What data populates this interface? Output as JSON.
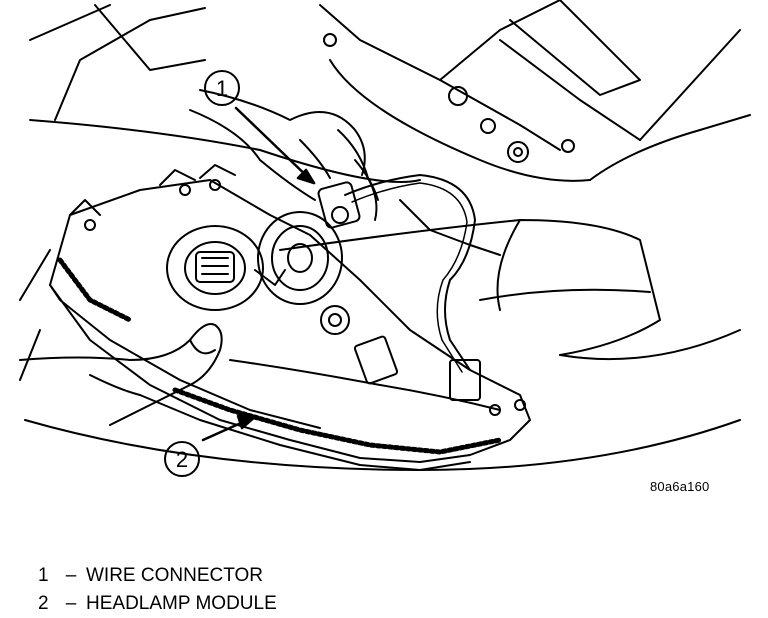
{
  "callouts": [
    {
      "number": "1"
    },
    {
      "number": "2"
    }
  ],
  "figure_code": "80a6a160",
  "legend": [
    {
      "number": "1",
      "separator": "–",
      "label": "WIRE CONNECTOR"
    },
    {
      "number": "2",
      "separator": "–",
      "label": "HEADLAMP MODULE"
    }
  ]
}
